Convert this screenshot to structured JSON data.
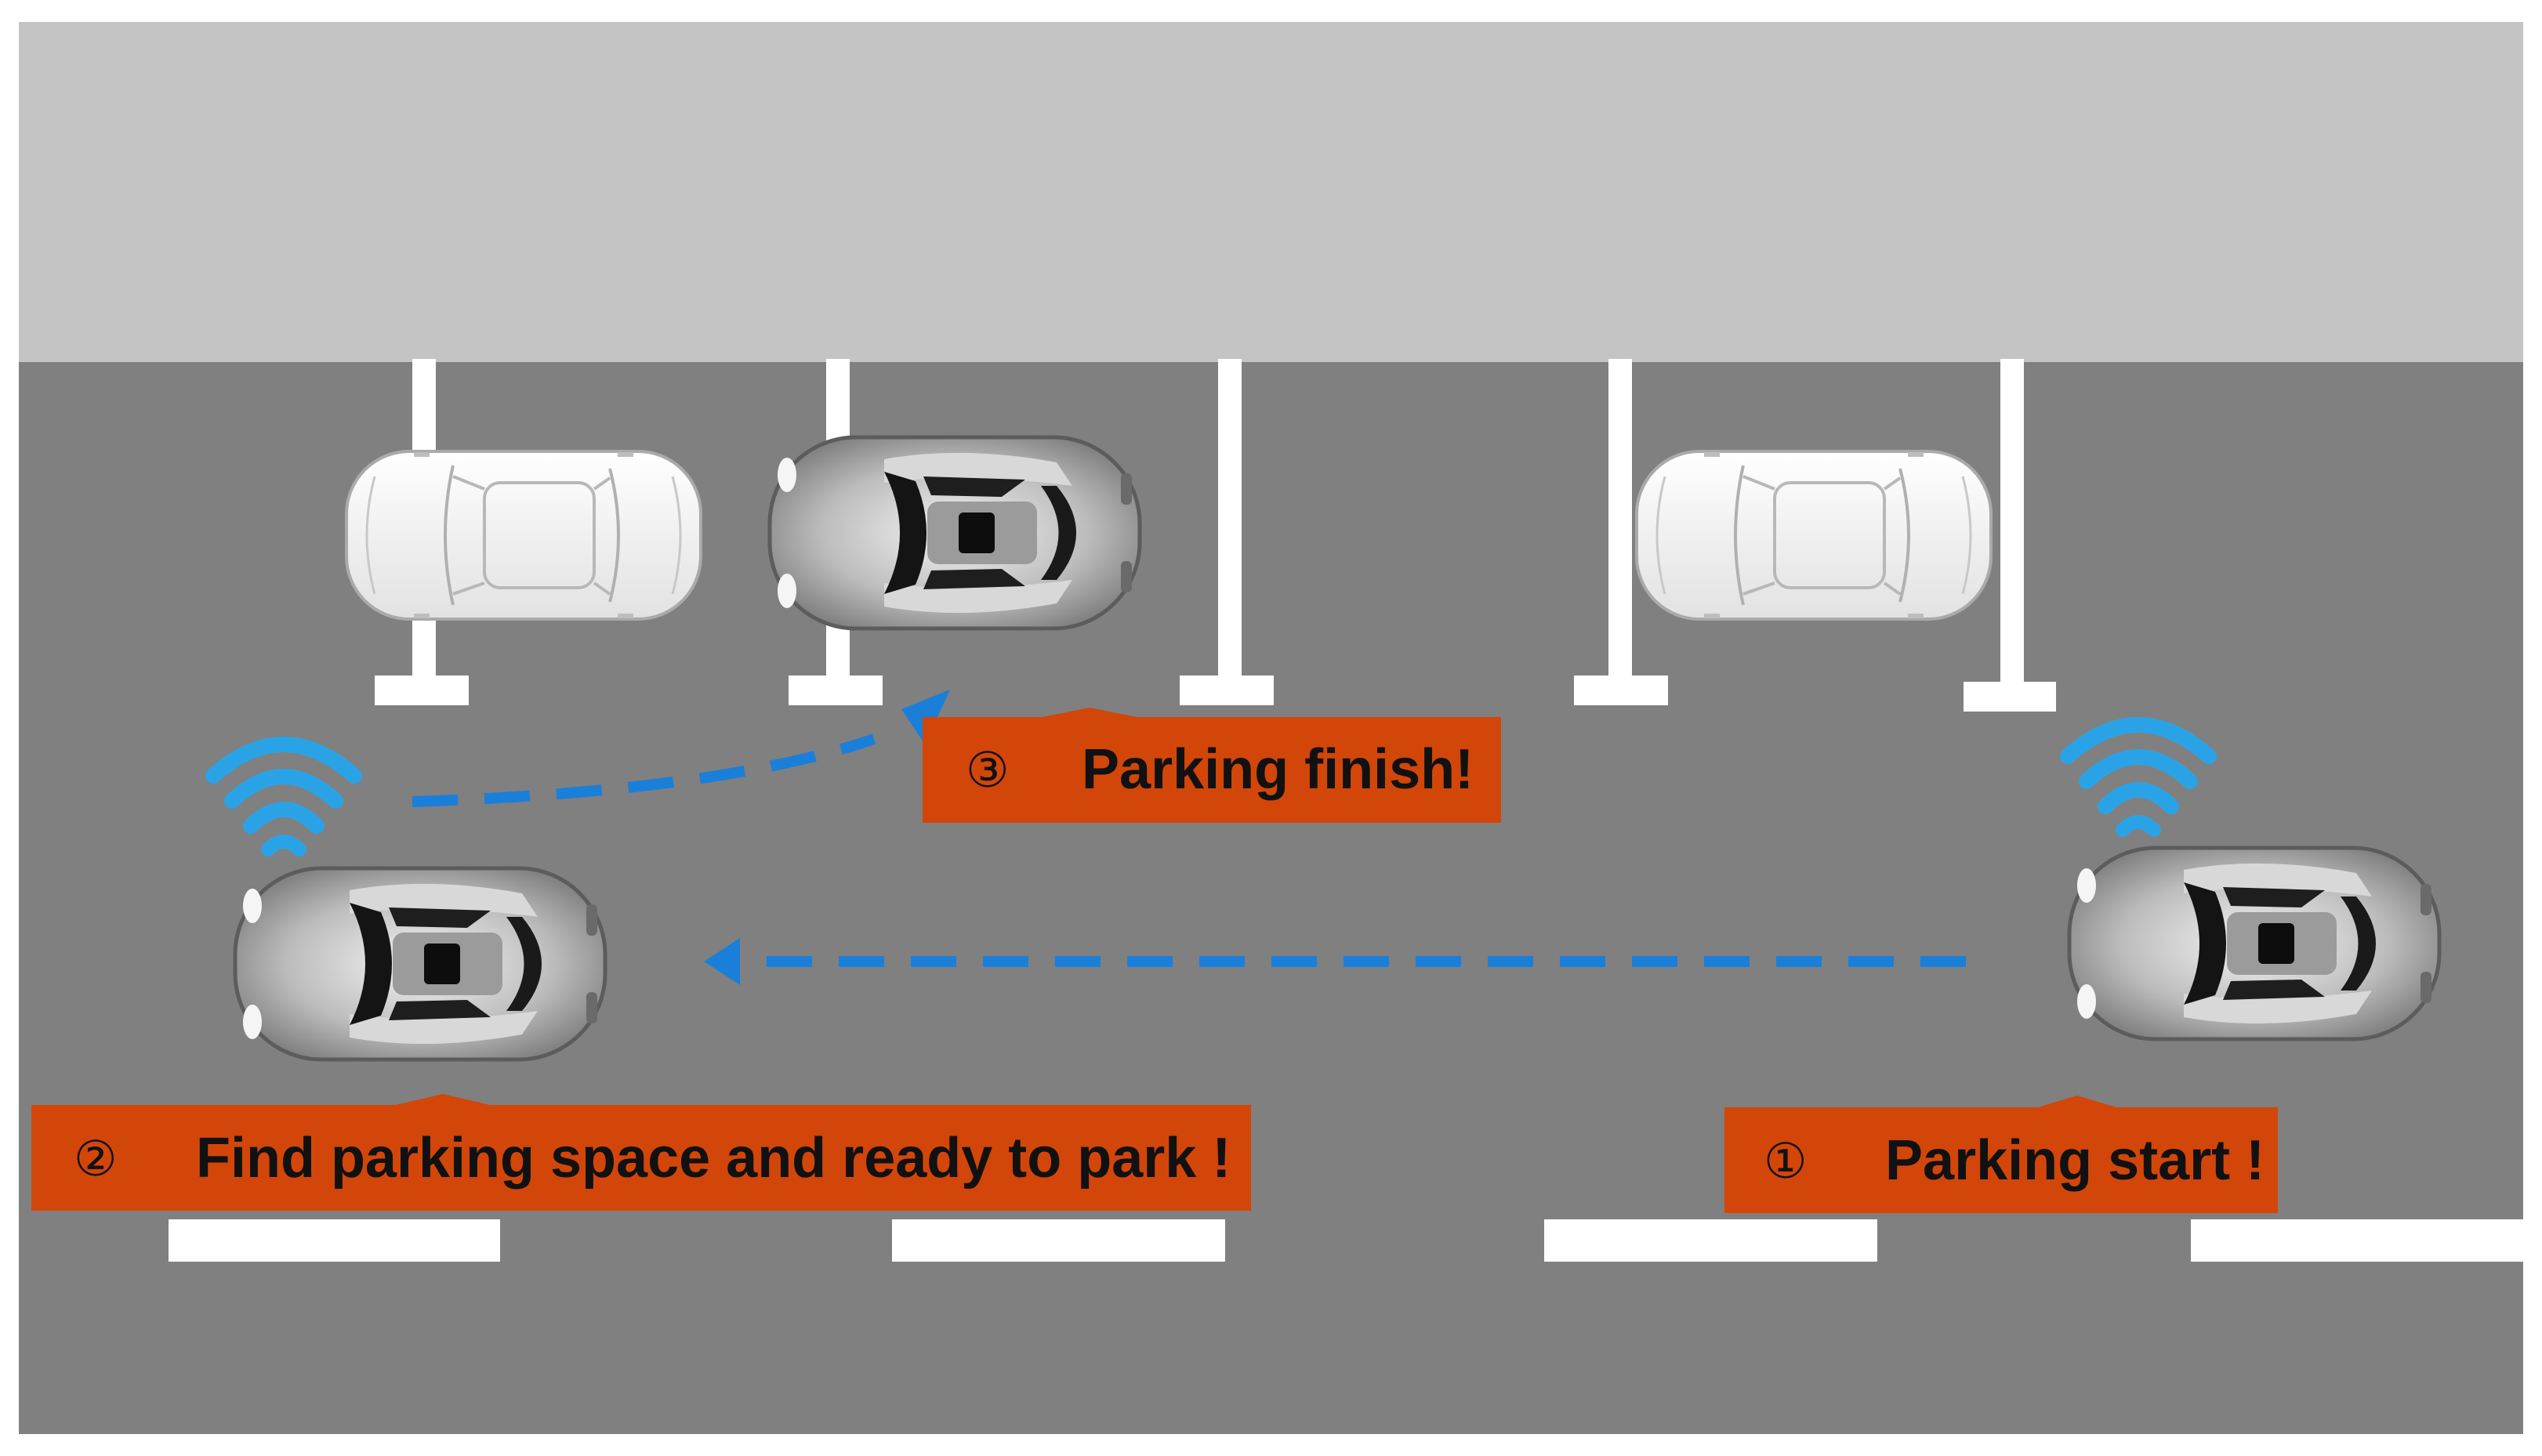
{
  "colors": {
    "sidewalk": "#c4c4c4",
    "road": "#808080",
    "lane_marking": "#ffffff",
    "callout": "#d2460a",
    "path_arrow": "#1a7fd9",
    "wifi_signal": "#2aa3e6",
    "parked_car": "#f2f2f2",
    "moving_car": "#bdbdbd"
  },
  "icons": [
    "car-icon",
    "wifi-signal-icon",
    "dashed-arrow-icon"
  ],
  "steps": [
    {
      "number": "①",
      "text": "Parking start !"
    },
    {
      "number": "②",
      "text": "Find parking space and ready to park !"
    },
    {
      "number": "③",
      "text": "Parking finish!"
    }
  ]
}
